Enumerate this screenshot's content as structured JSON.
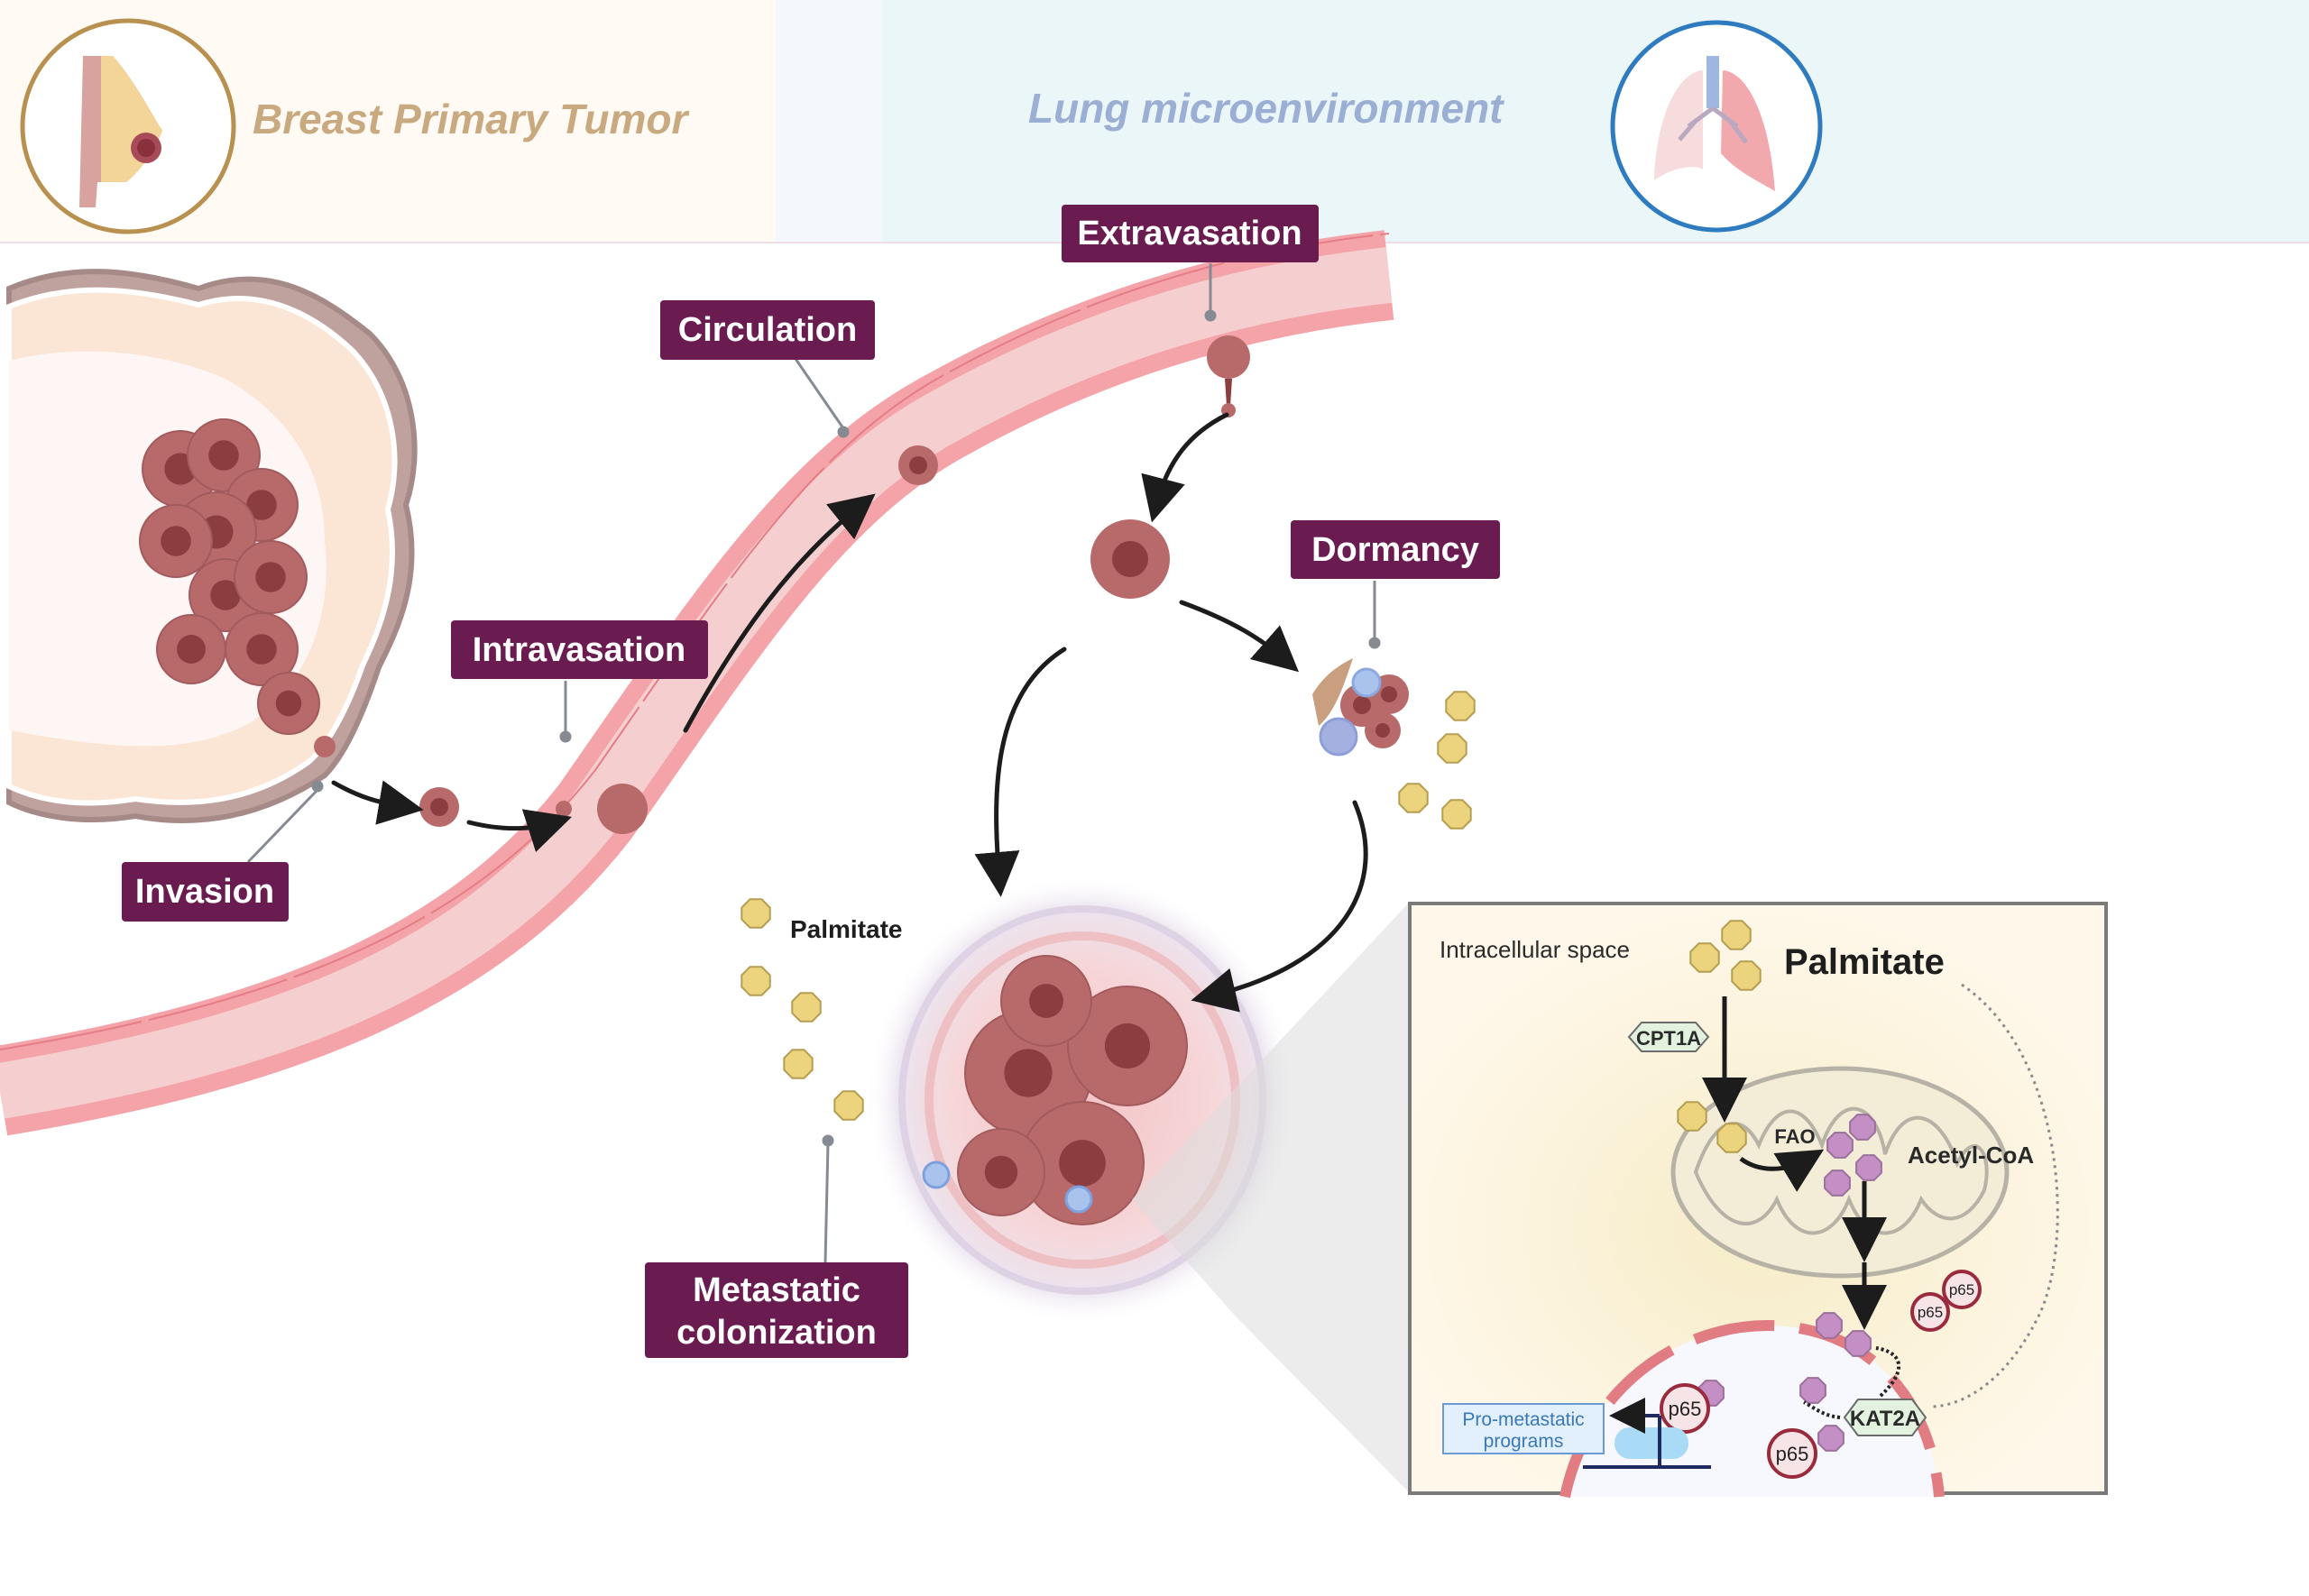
{
  "header": {
    "left_title": "Breast Primary Tumor",
    "right_title": "Lung microenvironment",
    "left_icon": "breast-anatomy-icon",
    "right_icon": "lungs-icon",
    "colors": {
      "left_band": "#fffaf3",
      "right_band": "#ebf6f9",
      "gap_band": "#f4f8fc",
      "left_title": "#c9a97f",
      "right_title": "#9bafd5",
      "left_ring": "#b8904f",
      "right_ring": "#2f7bbf"
    }
  },
  "stages": {
    "invasion": "Invasion",
    "intravasation": "Intravasation",
    "circulation": "Circulation",
    "extravasation": "Extravasation",
    "dormancy": "Dormancy",
    "colonization_line1": "Metastatic",
    "colonization_line2": "colonization"
  },
  "tag_color": "#6a1c50",
  "palmitate_label": "Palmitate",
  "inset": {
    "space_label": "Intracellular space",
    "palmitate_title": "Palmitate",
    "enzyme1": "CPT1A",
    "process": "FAO",
    "product": "Acetyl-CoA",
    "enzyme2": "KAT2A",
    "protein": "p65",
    "program_line1": "Pro-metastatic",
    "program_line2": "programs"
  },
  "colors": {
    "vessel_wall": "#f4a3a8",
    "vessel_lumen": "#f5cfcf",
    "tumor": "#b86a6a",
    "nucleus": "#8c3d3f",
    "palmitate": "#ecd47e",
    "acetyl": "#c48fc4",
    "program_box": "#e2effc",
    "program_text": "#3a78b8"
  }
}
